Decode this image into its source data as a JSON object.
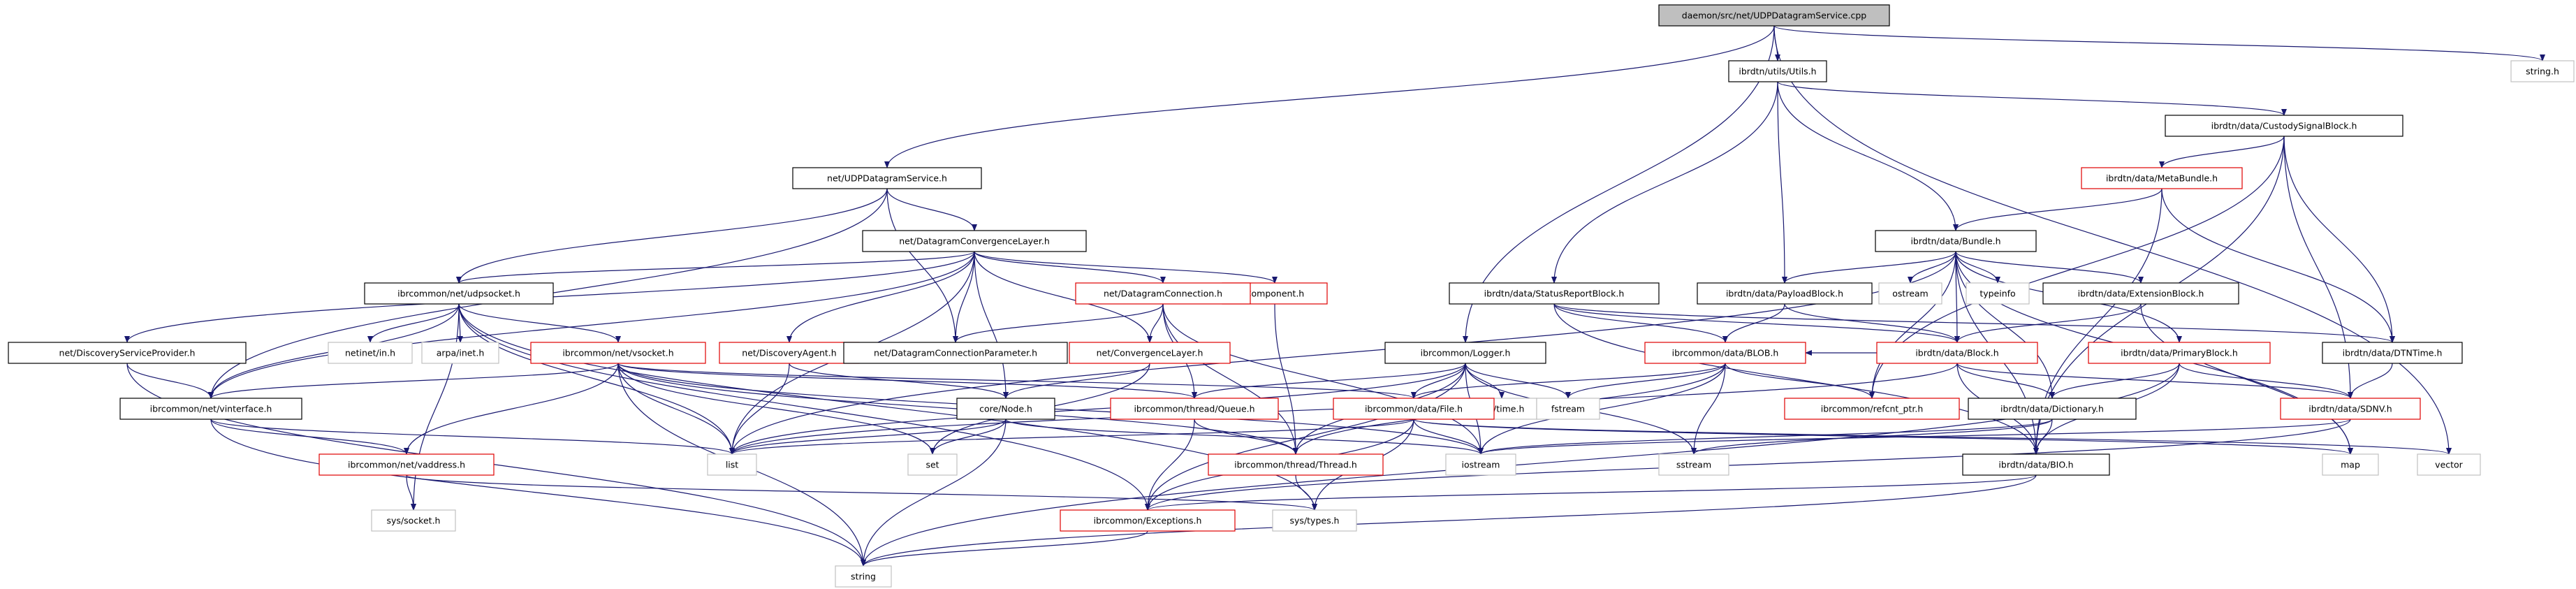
{
  "graph": {
    "colors": {
      "edge": "#191970",
      "root_fill": "#bfbfbf",
      "node_border": "#000000",
      "missing_border": "#e00000",
      "external_border": "#c0c0c0"
    },
    "nodes": [
      {
        "id": "root",
        "label": "daemon/src/net/UDPDatagramService.cpp",
        "kind": "root"
      },
      {
        "id": "utils",
        "label": "ibrdtn/utils/Utils.h",
        "kind": "black"
      },
      {
        "id": "stringh",
        "label": "string.h",
        "kind": "gray"
      },
      {
        "id": "udpds",
        "label": "net/UDPDatagramService.h",
        "kind": "black"
      },
      {
        "id": "custody",
        "label": "ibrdtn/data/CustodySignalBlock.h",
        "kind": "black"
      },
      {
        "id": "metabundle",
        "label": "ibrdtn/data/MetaBundle.h",
        "kind": "red"
      },
      {
        "id": "dgcl",
        "label": "net/DatagramConvergenceLayer.h",
        "kind": "black"
      },
      {
        "id": "bundle",
        "label": "ibrdtn/data/Bundle.h",
        "kind": "black"
      },
      {
        "id": "udpsocket",
        "label": "ibrcommon/net/udpsocket.h",
        "kind": "black"
      },
      {
        "id": "component",
        "label": "Component.h",
        "kind": "red"
      },
      {
        "id": "dgconn",
        "label": "net/DatagramConnection.h",
        "kind": "red"
      },
      {
        "id": "statusreport",
        "label": "ibrdtn/data/StatusReportBlock.h",
        "kind": "black"
      },
      {
        "id": "payload",
        "label": "ibrdtn/data/PayloadBlock.h",
        "kind": "black"
      },
      {
        "id": "ostream",
        "label": "ostream",
        "kind": "gray"
      },
      {
        "id": "typeinfo",
        "label": "typeinfo",
        "kind": "gray"
      },
      {
        "id": "extblock",
        "label": "ibrdtn/data/ExtensionBlock.h",
        "kind": "black"
      },
      {
        "id": "discprov",
        "label": "net/DiscoveryServiceProvider.h",
        "kind": "black"
      },
      {
        "id": "netinetin",
        "label": "netinet/in.h",
        "kind": "gray"
      },
      {
        "id": "arpainet",
        "label": "arpa/inet.h",
        "kind": "gray"
      },
      {
        "id": "vsocket",
        "label": "ibrcommon/net/vsocket.h",
        "kind": "red"
      },
      {
        "id": "discagent",
        "label": "net/DiscoveryAgent.h",
        "kind": "red"
      },
      {
        "id": "dgcparam",
        "label": "net/DatagramConnectionParameter.h",
        "kind": "black"
      },
      {
        "id": "convlayer",
        "label": "net/ConvergenceLayer.h",
        "kind": "red"
      },
      {
        "id": "logger",
        "label": "ibrcommon/Logger.h",
        "kind": "black"
      },
      {
        "id": "blob",
        "label": "ibrcommon/data/BLOB.h",
        "kind": "red"
      },
      {
        "id": "block",
        "label": "ibrdtn/data/Block.h",
        "kind": "red"
      },
      {
        "id": "primary",
        "label": "ibrdtn/data/PrimaryBlock.h",
        "kind": "red"
      },
      {
        "id": "dtntime",
        "label": "ibrdtn/data/DTNTime.h",
        "kind": "black"
      },
      {
        "id": "vinterface",
        "label": "ibrcommon/net/vinterface.h",
        "kind": "black"
      },
      {
        "id": "node",
        "label": "core/Node.h",
        "kind": "black"
      },
      {
        "id": "queue",
        "label": "ibrcommon/thread/Queue.h",
        "kind": "red"
      },
      {
        "id": "systime",
        "label": "sys/time.h",
        "kind": "gray"
      },
      {
        "id": "fstream",
        "label": "fstream",
        "kind": "gray"
      },
      {
        "id": "file",
        "label": "ibrcommon/data/File.h",
        "kind": "red"
      },
      {
        "id": "refcnt",
        "label": "ibrcommon/refcnt_ptr.h",
        "kind": "red"
      },
      {
        "id": "dictionary",
        "label": "ibrdtn/data/Dictionary.h",
        "kind": "black"
      },
      {
        "id": "sdnv",
        "label": "ibrdtn/data/SDNV.h",
        "kind": "red"
      },
      {
        "id": "vaddress",
        "label": "ibrcommon/net/vaddress.h",
        "kind": "red"
      },
      {
        "id": "list",
        "label": "list",
        "kind": "gray"
      },
      {
        "id": "set",
        "label": "set",
        "kind": "gray"
      },
      {
        "id": "thread",
        "label": "ibrcommon/thread/Thread.h",
        "kind": "red"
      },
      {
        "id": "iostream",
        "label": "iostream",
        "kind": "gray"
      },
      {
        "id": "sstream",
        "label": "sstream",
        "kind": "gray"
      },
      {
        "id": "bio",
        "label": "ibrdtn/data/BIO.h",
        "kind": "black"
      },
      {
        "id": "map",
        "label": "map",
        "kind": "gray"
      },
      {
        "id": "vector",
        "label": "vector",
        "kind": "gray"
      },
      {
        "id": "syssocket",
        "label": "sys/socket.h",
        "kind": "gray"
      },
      {
        "id": "exceptions",
        "label": "ibrcommon/Exceptions.h",
        "kind": "red"
      },
      {
        "id": "systypes",
        "label": "sys/types.h",
        "kind": "gray"
      },
      {
        "id": "string",
        "label": "string",
        "kind": "gray"
      }
    ],
    "edges": [
      [
        "root",
        "utils"
      ],
      [
        "root",
        "stringh"
      ],
      [
        "root",
        "udpds"
      ],
      [
        "root",
        "logger"
      ],
      [
        "root",
        "vector"
      ],
      [
        "utils",
        "custody"
      ],
      [
        "utils",
        "bundle"
      ],
      [
        "utils",
        "statusreport"
      ],
      [
        "utils",
        "payload"
      ],
      [
        "custody",
        "metabundle"
      ],
      [
        "custody",
        "dtntime"
      ],
      [
        "custody",
        "bio"
      ],
      [
        "custody",
        "sdnv"
      ],
      [
        "custody",
        "refcnt"
      ],
      [
        "metabundle",
        "bundle"
      ],
      [
        "metabundle",
        "dtntime"
      ],
      [
        "metabundle",
        "bio"
      ],
      [
        "udpds",
        "dgcl"
      ],
      [
        "udpds",
        "udpsocket"
      ],
      [
        "udpds",
        "vinterface"
      ],
      [
        "udpds",
        "dgcparam"
      ],
      [
        "dgcl",
        "component"
      ],
      [
        "dgcl",
        "dgconn"
      ],
      [
        "dgcl",
        "discprov"
      ],
      [
        "dgcl",
        "udpsocket"
      ],
      [
        "dgcl",
        "discagent"
      ],
      [
        "dgcl",
        "dgcparam"
      ],
      [
        "dgcl",
        "convlayer"
      ],
      [
        "dgcl",
        "vinterface"
      ],
      [
        "dgcl",
        "list"
      ],
      [
        "dgcl",
        "node"
      ],
      [
        "bundle",
        "payload"
      ],
      [
        "bundle",
        "ostream"
      ],
      [
        "bundle",
        "typeinfo"
      ],
      [
        "bundle",
        "extblock"
      ],
      [
        "bundle",
        "block"
      ],
      [
        "bundle",
        "primary"
      ],
      [
        "bundle",
        "dictionary"
      ],
      [
        "bundle",
        "map"
      ],
      [
        "bundle",
        "list"
      ],
      [
        "bundle",
        "bio"
      ],
      [
        "bundle",
        "refcnt"
      ],
      [
        "udpsocket",
        "netinetin"
      ],
      [
        "udpsocket",
        "arpainet"
      ],
      [
        "udpsocket",
        "vsocket"
      ],
      [
        "udpsocket",
        "vinterface"
      ],
      [
        "udpsocket",
        "list"
      ],
      [
        "udpsocket",
        "syssocket"
      ],
      [
        "udpsocket",
        "exceptions"
      ],
      [
        "udpsocket",
        "systypes"
      ],
      [
        "component",
        "thread"
      ],
      [
        "dgconn",
        "convlayer"
      ],
      [
        "dgconn",
        "dgcparam"
      ],
      [
        "dgconn",
        "queue"
      ],
      [
        "dgconn",
        "thread"
      ],
      [
        "dgconn",
        "iostream"
      ],
      [
        "statusreport",
        "block"
      ],
      [
        "statusreport",
        "blob"
      ],
      [
        "statusreport",
        "dtntime"
      ],
      [
        "statusreport",
        "bio"
      ],
      [
        "payload",
        "block"
      ],
      [
        "payload",
        "blob"
      ],
      [
        "extblock",
        "block"
      ],
      [
        "extblock",
        "map"
      ],
      [
        "discprov",
        "vinterface"
      ],
      [
        "discprov",
        "string"
      ],
      [
        "vsocket",
        "vinterface"
      ],
      [
        "vsocket",
        "vaddress"
      ],
      [
        "vsocket",
        "list"
      ],
      [
        "vsocket",
        "set"
      ],
      [
        "vsocket",
        "file"
      ],
      [
        "vsocket",
        "thread"
      ],
      [
        "vsocket",
        "queue"
      ],
      [
        "vsocket",
        "iostream"
      ],
      [
        "vsocket",
        "string"
      ],
      [
        "discagent",
        "node"
      ],
      [
        "discagent",
        "list"
      ],
      [
        "convlayer",
        "node"
      ],
      [
        "convlayer",
        "set"
      ],
      [
        "logger",
        "list"
      ],
      [
        "logger",
        "queue"
      ],
      [
        "logger",
        "systime"
      ],
      [
        "logger",
        "fstream"
      ],
      [
        "logger",
        "file"
      ],
      [
        "logger",
        "iostream"
      ],
      [
        "logger",
        "sstream"
      ],
      [
        "logger",
        "thread"
      ],
      [
        "logger",
        "exceptions"
      ],
      [
        "blob",
        "file"
      ],
      [
        "blob",
        "refcnt"
      ],
      [
        "blob",
        "fstream"
      ],
      [
        "blob",
        "iostream"
      ],
      [
        "blob",
        "sstream"
      ],
      [
        "blob",
        "thread"
      ],
      [
        "block",
        "blob"
      ],
      [
        "block",
        "sdnv"
      ],
      [
        "block",
        "list"
      ],
      [
        "block",
        "bio"
      ],
      [
        "block",
        "dictionary"
      ],
      [
        "primary",
        "dictionary"
      ],
      [
        "primary",
        "sdnv"
      ],
      [
        "primary",
        "bio"
      ],
      [
        "primary",
        "string"
      ],
      [
        "dtntime",
        "sdnv"
      ],
      [
        "vinterface",
        "vaddress"
      ],
      [
        "vinterface",
        "list"
      ],
      [
        "vinterface",
        "string"
      ],
      [
        "node",
        "list"
      ],
      [
        "node",
        "set"
      ],
      [
        "node",
        "iostream"
      ],
      [
        "node",
        "string"
      ],
      [
        "queue",
        "thread"
      ],
      [
        "queue",
        "exceptions"
      ],
      [
        "file",
        "list"
      ],
      [
        "file",
        "iostream"
      ],
      [
        "file",
        "map"
      ],
      [
        "file",
        "vector"
      ],
      [
        "file",
        "exceptions"
      ],
      [
        "file",
        "systypes"
      ],
      [
        "dictionary",
        "bio"
      ],
      [
        "dictionary",
        "iostream"
      ],
      [
        "dictionary",
        "sstream"
      ],
      [
        "sdnv",
        "iostream"
      ],
      [
        "sdnv",
        "exceptions"
      ],
      [
        "vaddress",
        "systypes"
      ],
      [
        "vaddress",
        "syssocket"
      ],
      [
        "thread",
        "systypes"
      ],
      [
        "bio",
        "exceptions"
      ],
      [
        "bio",
        "string"
      ],
      [
        "exceptions",
        "string"
      ]
    ]
  }
}
